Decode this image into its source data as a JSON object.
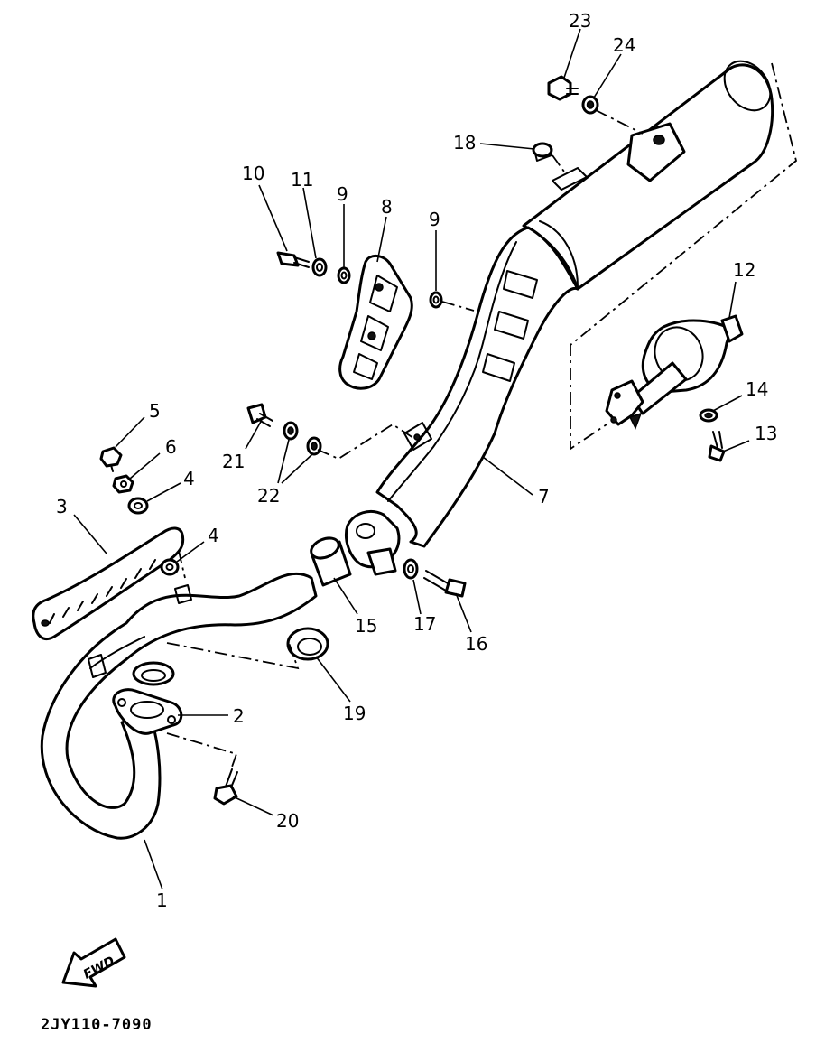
{
  "diagram": {
    "drawing_code": "2JY110-7090",
    "direction_arrow_label": "FWD",
    "callouts": {
      "p1": "1",
      "p2": "2",
      "p3": "3",
      "p4a": "4",
      "p4b": "4",
      "p5": "5",
      "p6": "6",
      "p7": "7",
      "p8": "8",
      "p9a": "9",
      "p9b": "9",
      "p10": "10",
      "p11": "11",
      "p12": "12",
      "p13": "13",
      "p14": "14",
      "p15": "15",
      "p16": "16",
      "p17": "17",
      "p18": "18",
      "p19": "19",
      "p20": "20",
      "p21": "21",
      "p22": "22",
      "p23": "23",
      "p24": "24"
    }
  }
}
